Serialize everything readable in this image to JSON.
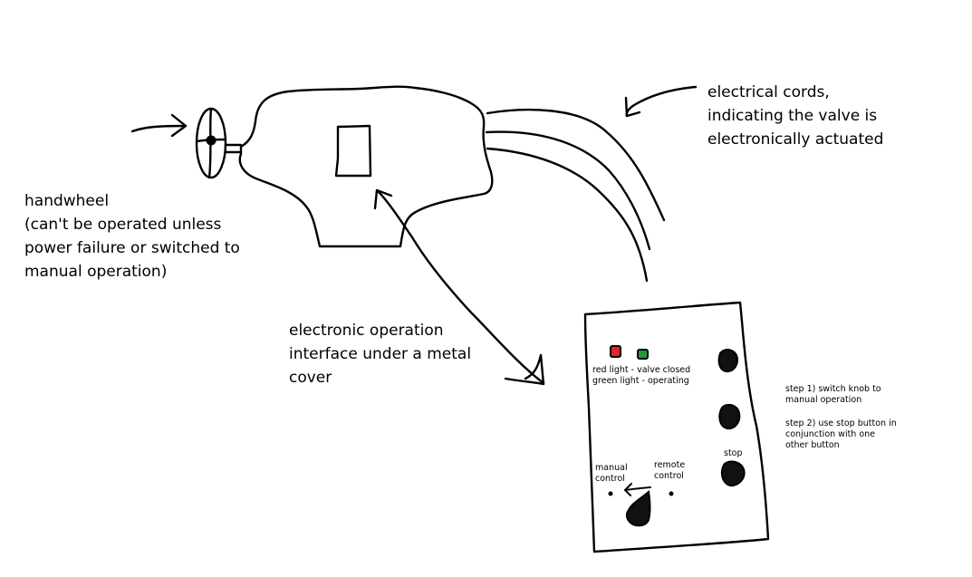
{
  "diagram": {
    "labels": {
      "electrical_cords": [
        "electrical cords,",
        "indicating the valve is",
        "electronically actuated"
      ],
      "handwheel": [
        "handwheel",
        "(can't be operated unless",
        "power failure or switched to",
        "manual operation)"
      ],
      "electronic_interface": [
        "electronic operation",
        "interface under a metal",
        "cover"
      ],
      "lights": [
        "red light - valve closed",
        "green light - operating"
      ],
      "steps": {
        "step1": [
          "step 1) switch knob to",
          "manual operation"
        ],
        "step2": [
          "step 2) use stop button in",
          "conjunction with one",
          "other button"
        ]
      },
      "stop": "stop",
      "manual_control": [
        "manual",
        "control"
      ],
      "remote_control": [
        "remote",
        "control"
      ]
    },
    "colors": {
      "red_light": "#e8232a",
      "green_light": "#1f9a3c",
      "ink": "#000000"
    }
  }
}
